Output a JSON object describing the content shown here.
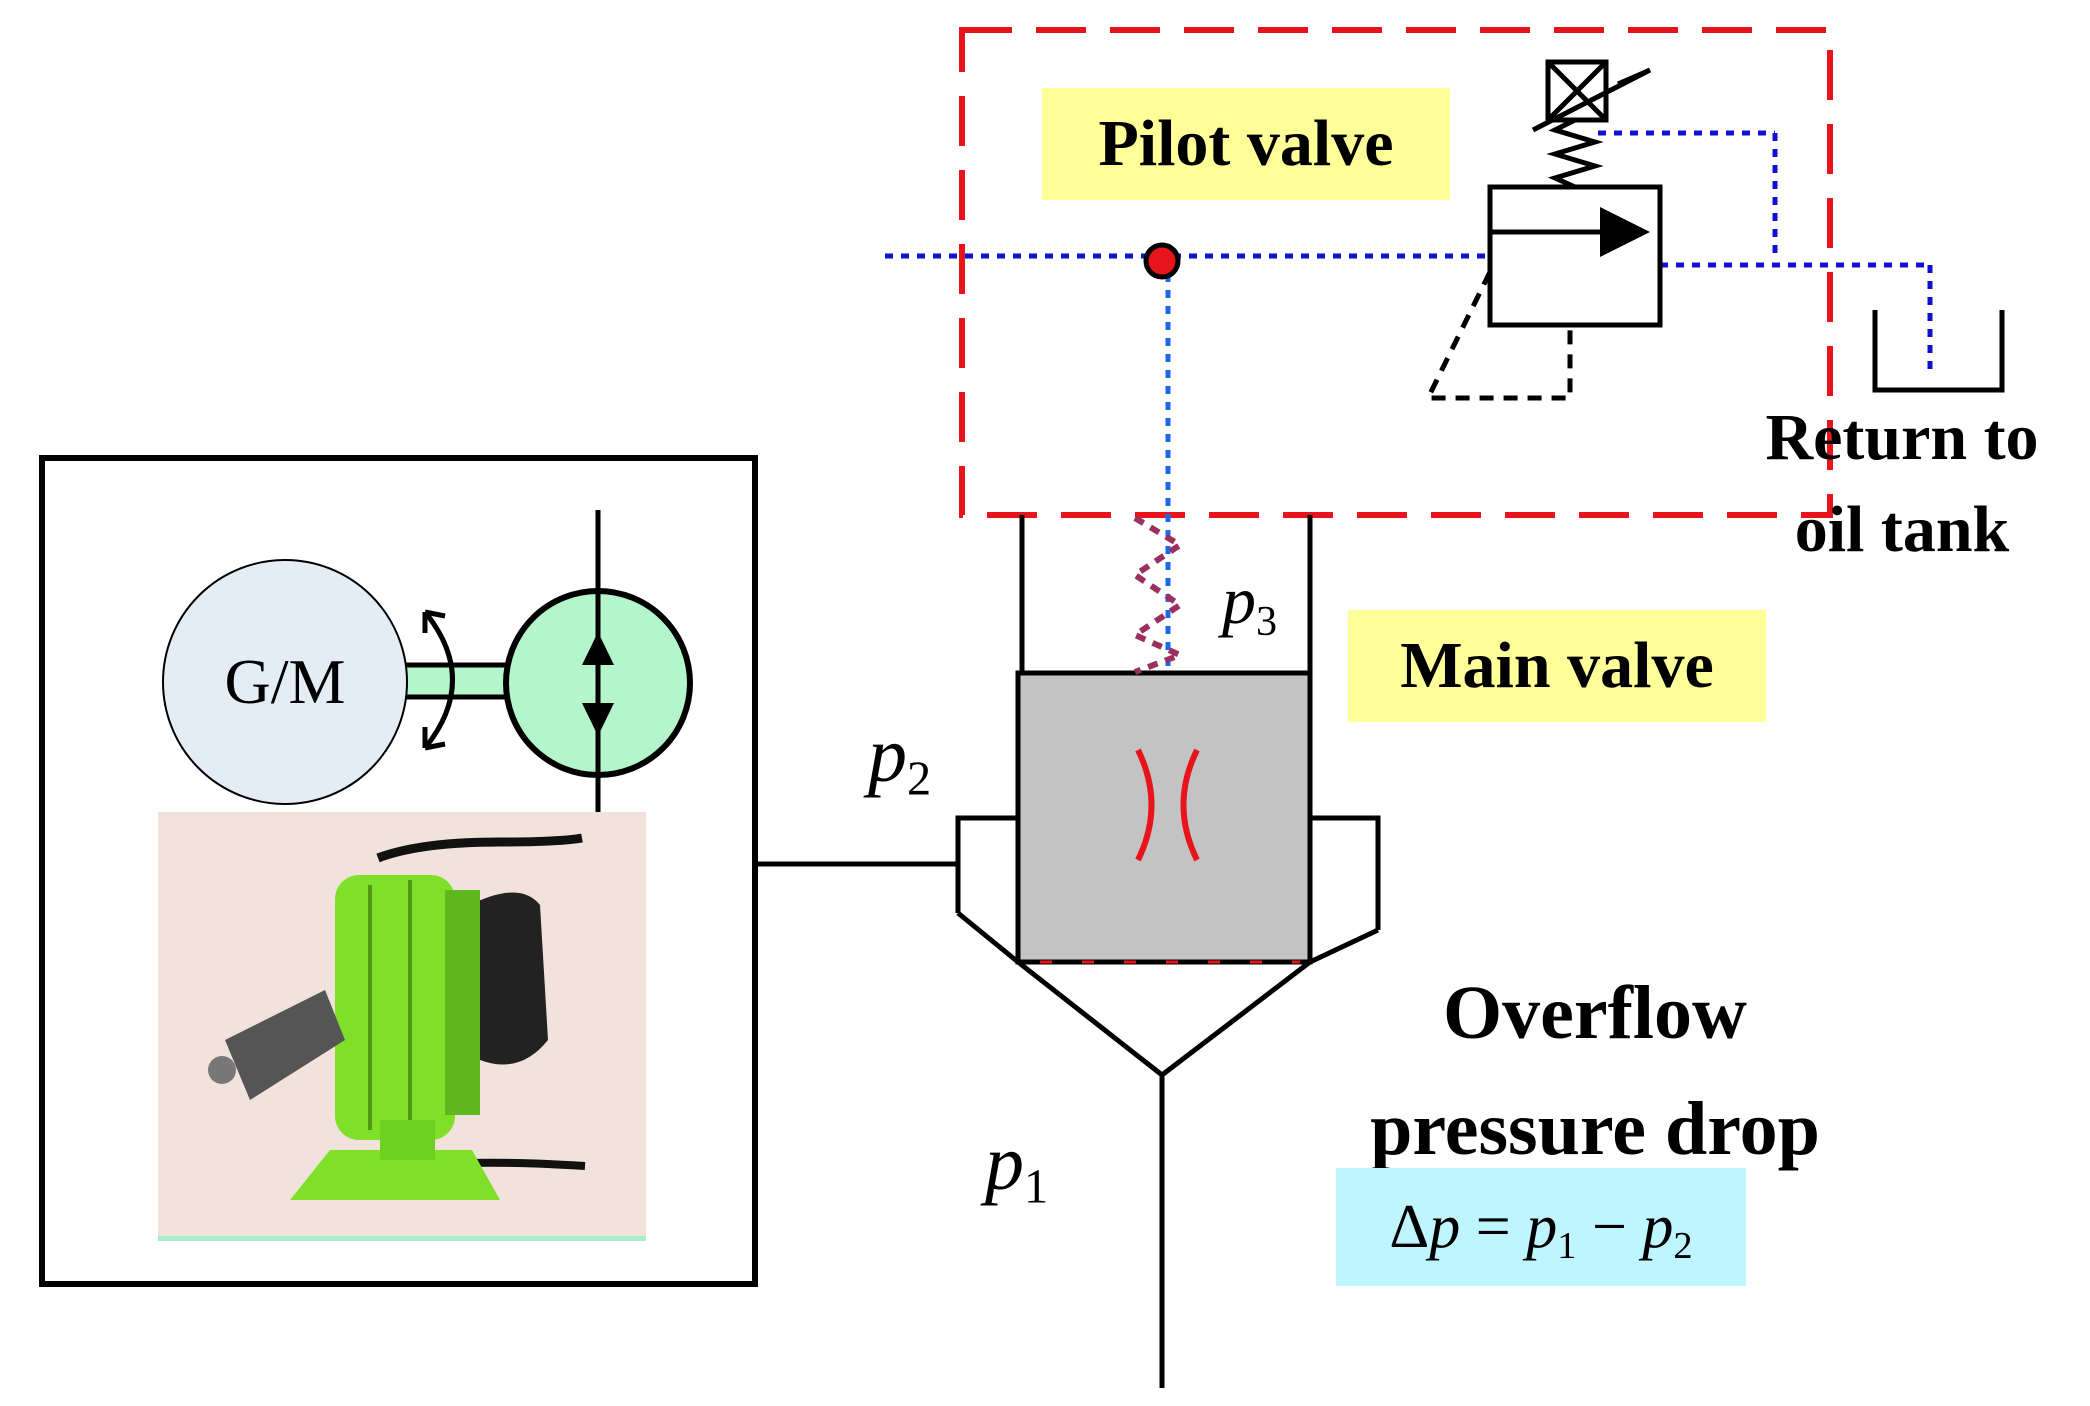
{
  "labels": {
    "pilot_valve": "Pilot valve",
    "main_valve": "Main valve",
    "return_line1": "Return to",
    "return_line2": "oil tank",
    "overflow_line1": "Overflow",
    "overflow_line2": "pressure drop",
    "generator_motor": "G/M"
  },
  "pressures": {
    "p": "p",
    "sub1": "1",
    "sub2": "2",
    "sub3": "3"
  },
  "formula": {
    "delta": "Δ",
    "p": "p",
    "equals": " = ",
    "minus": " − ",
    "sub1": "1",
    "sub2": "2"
  },
  "colors": {
    "pilot_boundary": "#e8141c",
    "pilot_line": "#1010d0",
    "center_line": "#1a6af0",
    "spring": "#9b3060",
    "orifice": "#e8141c",
    "valve_body": "#c3c3c3",
    "motor_fill": "#e4ecf6",
    "pump_fill": "#b4f5cc",
    "photo_bg": "#f1e2dc",
    "photo_machine": "#7fe02a"
  },
  "icons": [
    "solenoid-icon",
    "spring-icon",
    "tank-icon",
    "pump-symbol-icon",
    "rotation-arrow-icon",
    "orifice-icon"
  ]
}
